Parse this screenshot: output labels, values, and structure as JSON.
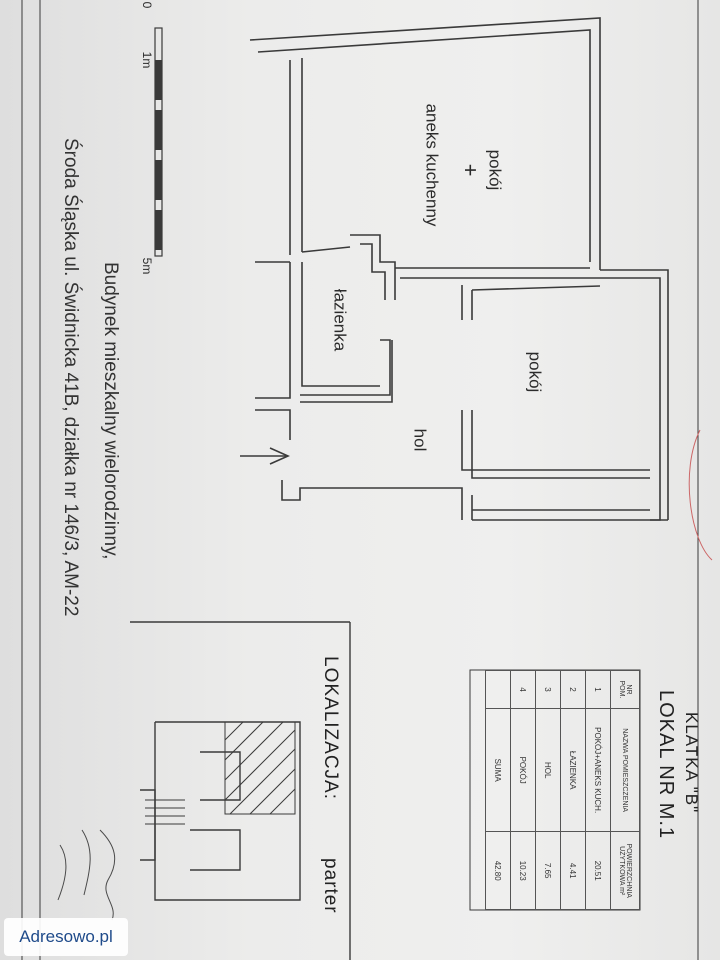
{
  "plan": {
    "rooms": {
      "living_room_line1": "pokój",
      "living_room_plus": "+",
      "living_room_line2": "aneks kuchenny",
      "bathroom": "łazienka",
      "room": "pokój",
      "hall": "hol"
    },
    "scale": {
      "zero": "0",
      "one": "1m",
      "five": "5m"
    }
  },
  "address": {
    "line1": "Budynek mieszkalny wielorodzinny,",
    "line2": "Środa Śląska ul. Świdnicka 41B, działka nr 146/3, AM-22"
  },
  "location": {
    "label": "LOKALIZACJA:",
    "floor": "parter"
  },
  "unit": {
    "staircase": "KLATKA \"B\"",
    "title": "LOKAL NR  M.1"
  },
  "table": {
    "headers": [
      "NR POM.",
      "NAZWA POMIESZCZENIA",
      "POWIERZCHNIA UŻYTKOWA m²"
    ],
    "rows": [
      [
        "1",
        "POKÓJ+ANEKS KUCH.",
        "20.51"
      ],
      [
        "2",
        "ŁAZIENKA",
        "4.41"
      ],
      [
        "3",
        "HOL",
        "7.65"
      ],
      [
        "4",
        "POKÓJ",
        "10.23"
      ],
      [
        "",
        "SUMA",
        "42.80"
      ]
    ]
  },
  "watermark": "Adresowo.pl",
  "colors": {
    "paper": "#ececeb",
    "ink": "#2a2a2a",
    "watermark_text": "#1e4a8a"
  }
}
